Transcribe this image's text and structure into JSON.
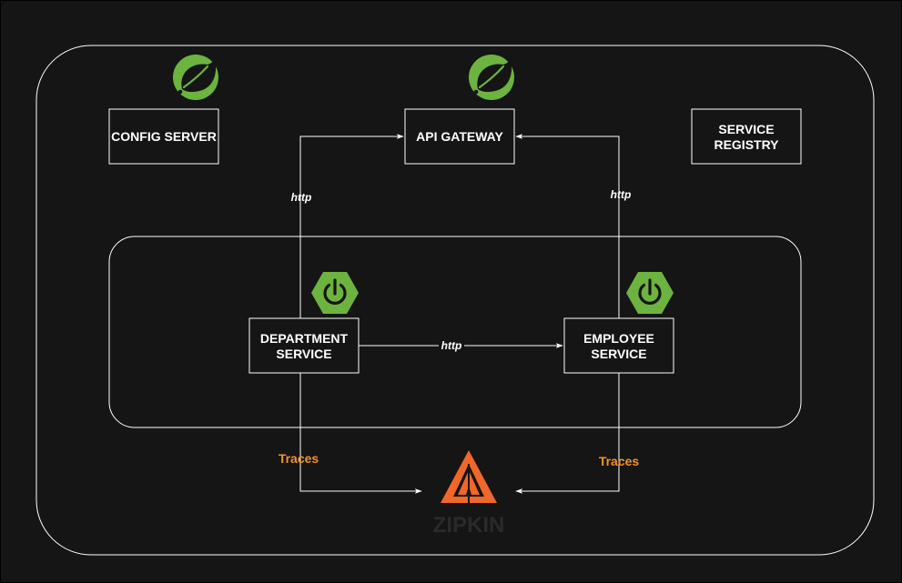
{
  "colors": {
    "background": "#151515",
    "stroke": "#ffffff",
    "spring_green": "#6db33f",
    "zipkin_orange": "#f0672a",
    "zipkin_text": "#2a2a2a",
    "traces": "#f39425"
  },
  "nodes": {
    "config_server": {
      "label": "CONFIG SERVER",
      "icon": "spring-leaf-icon"
    },
    "api_gateway": {
      "label": "API GATEWAY",
      "icon": "spring-leaf-icon"
    },
    "service_registry": {
      "line1": "SERVICE",
      "line2": "REGISTRY"
    },
    "department_service": {
      "line1": "DEPARTMENT",
      "line2": "SERVICE",
      "icon": "spring-boot-power-icon"
    },
    "employee_service": {
      "line1": "EMPLOYEE",
      "line2": "SERVICE",
      "icon": "spring-boot-power-icon"
    },
    "zipkin": {
      "label": "ZIPKIN",
      "icon": "zipkin-logo-icon"
    }
  },
  "edges": {
    "department_to_gateway": "http",
    "employee_to_gateway": "http",
    "department_to_employee": "http",
    "department_traces": "Traces",
    "employee_traces": "Traces"
  }
}
